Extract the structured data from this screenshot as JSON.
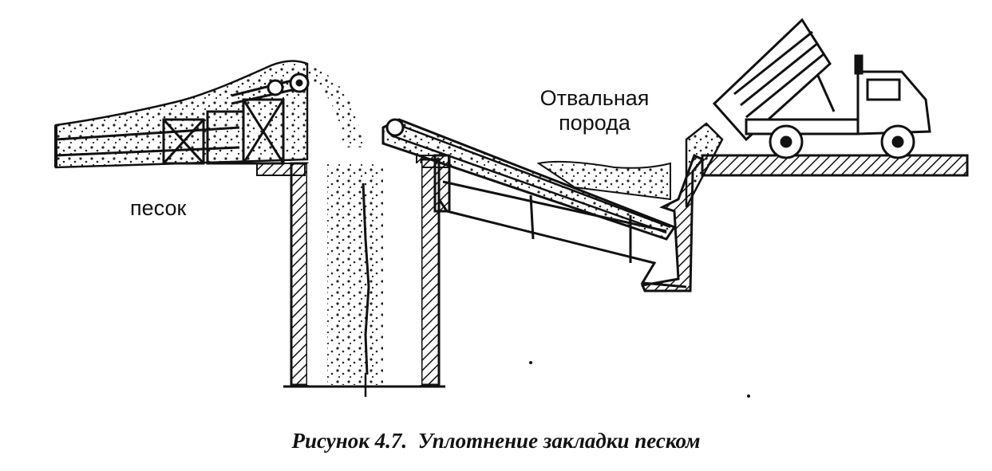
{
  "labels": {
    "sand": "песок",
    "waste_rock_line1": "Отвальная",
    "waste_rock_line2": "порода"
  },
  "caption": {
    "number": "Рисунок 4.7.",
    "title": "Уплотнение закладки песком"
  }
}
